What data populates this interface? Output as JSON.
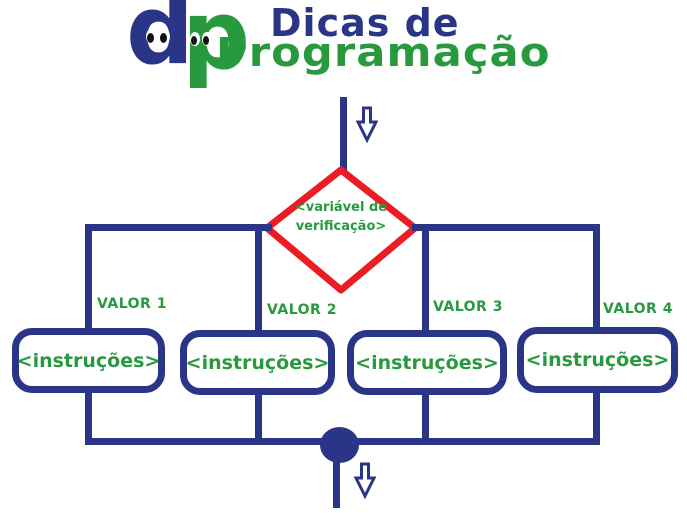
{
  "logo": {
    "letter_d": "d",
    "letter_p": "p",
    "title_line1": "Dicas de",
    "title_line2": "Programação"
  },
  "flowchart": {
    "decision_label": "<variável de verificação>",
    "branches": [
      {
        "value_label": "VALOR 1",
        "instructions_label": "<instruções>"
      },
      {
        "value_label": "VALOR 2",
        "instructions_label": "<instruções>"
      },
      {
        "value_label": "VALOR 3",
        "instructions_label": "<instruções>"
      },
      {
        "value_label": "VALOR 4",
        "instructions_label": "<instruções>"
      }
    ]
  },
  "colors": {
    "blue": "#2B3588",
    "green": "#28993F",
    "red": "#EB1C24"
  }
}
